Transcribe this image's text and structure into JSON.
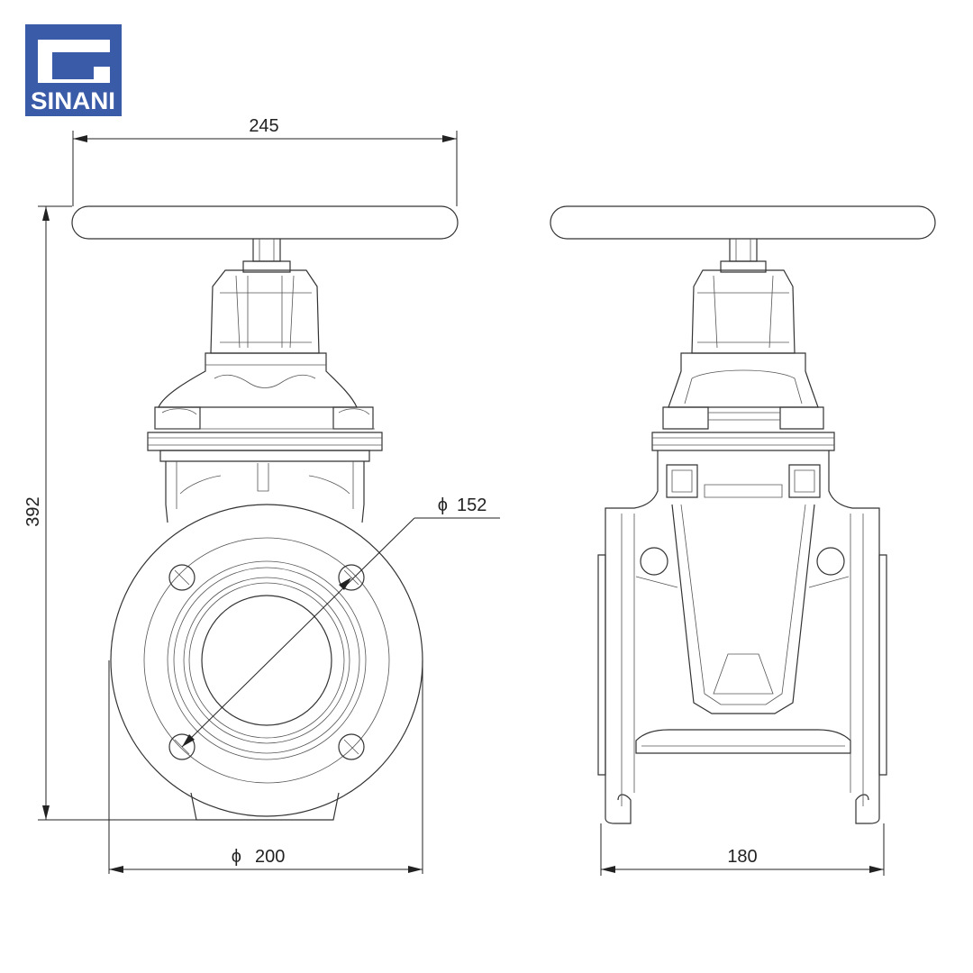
{
  "brand": {
    "name": "SINANI",
    "color": "#3a5ca8"
  },
  "dimensions": {
    "handwheel_width": "245",
    "total_height": "392",
    "flange_diameter": "200",
    "bolt_circle_diameter": "152",
    "face_to_face": "180"
  },
  "drawing_color": "#333333"
}
